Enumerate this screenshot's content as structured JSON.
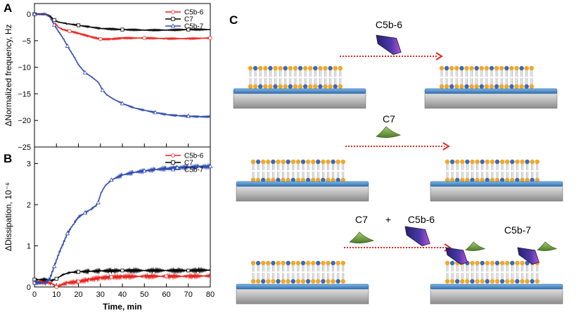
{
  "panels": {
    "a": "A",
    "b": "B",
    "c": "C"
  },
  "colors": {
    "C5b-6": "#e8241e",
    "C7": "#000000",
    "C5b-7": "#2e4bb0",
    "headgroup_orange": "#f2a628",
    "headgroup_blue": "#3a6ab4",
    "arrow": "#e8241e",
    "support_blue": "#3f86c9"
  },
  "chart_data": [
    {
      "type": "line",
      "panel": "A",
      "ylabel": "ΔNormalized frequency, Hz",
      "xlabel": "",
      "xlim": [
        0,
        80
      ],
      "ylim": [
        -25,
        2
      ],
      "yticks": [
        0,
        -5,
        -10,
        -15,
        -20,
        -25
      ],
      "xticks": [
        0,
        10,
        20,
        30,
        40,
        50,
        60,
        70,
        80
      ],
      "legend": "top-right",
      "series": [
        {
          "name": "C5b-6",
          "marker": "circle",
          "x": [
            0,
            5,
            7,
            9,
            11,
            13,
            16,
            20,
            25,
            30,
            35,
            40,
            50,
            60,
            70,
            80
          ],
          "y": [
            0,
            0,
            -0.3,
            -1.5,
            -2.5,
            -2.9,
            -3.2,
            -3.6,
            -4.2,
            -4.7,
            -4.7,
            -4.5,
            -4.5,
            -4.6,
            -4.6,
            -4.5
          ]
        },
        {
          "name": "C7",
          "marker": "square",
          "x": [
            0,
            5,
            7,
            9,
            11,
            15,
            20,
            25,
            30,
            40,
            50,
            60,
            70,
            80
          ],
          "y": [
            0,
            0,
            -0.3,
            -1.1,
            -1.5,
            -1.8,
            -2.1,
            -2.4,
            -2.7,
            -2.9,
            -3.0,
            -3.0,
            -2.9,
            -2.9
          ]
        },
        {
          "name": "C5b-7",
          "marker": "triangle",
          "x": [
            0,
            5,
            7,
            9,
            11,
            13,
            15,
            18,
            20,
            23,
            26,
            29,
            31,
            33,
            36,
            40,
            45,
            50,
            55,
            60,
            65,
            70,
            75,
            80
          ],
          "y": [
            0,
            0,
            -0.5,
            -2.0,
            -3.3,
            -4.5,
            -6.0,
            -8.0,
            -9.5,
            -11.0,
            -11.8,
            -12.8,
            -14.3,
            -15.2,
            -16.0,
            -16.8,
            -17.6,
            -18.1,
            -18.5,
            -18.9,
            -19.1,
            -19.2,
            -19.3,
            -19.3
          ]
        }
      ]
    },
    {
      "type": "line",
      "panel": "B",
      "ylabel": "ΔDissipation, 10⁻⁶",
      "xlabel": "Time, min",
      "xlim": [
        0,
        80
      ],
      "ylim": [
        0,
        3.4
      ],
      "yticks": [
        0,
        1,
        2,
        3
      ],
      "xticks": [
        0,
        10,
        20,
        30,
        40,
        50,
        60,
        70,
        80
      ],
      "legend": "top-right",
      "series": [
        {
          "name": "C5b-6",
          "marker": "circle",
          "x": [
            0,
            5,
            8,
            10,
            12,
            15,
            20,
            25,
            30,
            35,
            40,
            50,
            60,
            70,
            80
          ],
          "y": [
            0.12,
            0.12,
            0.08,
            0.0,
            0.05,
            0.1,
            0.13,
            0.18,
            0.22,
            0.24,
            0.25,
            0.26,
            0.26,
            0.26,
            0.27
          ]
        },
        {
          "name": "C7",
          "marker": "square",
          "x": [
            0,
            5,
            8,
            10,
            13,
            16,
            20,
            25,
            30,
            40,
            50,
            60,
            70,
            80
          ],
          "y": [
            0.18,
            0.18,
            0.16,
            0.2,
            0.3,
            0.35,
            0.37,
            0.38,
            0.39,
            0.4,
            0.4,
            0.4,
            0.4,
            0.41
          ]
        },
        {
          "name": "C5b-7",
          "marker": "triangle",
          "x": [
            0,
            5,
            7,
            9,
            11,
            13,
            15,
            18,
            20,
            23,
            26,
            28,
            29,
            30,
            32,
            35,
            40,
            45,
            50,
            55,
            60,
            65,
            70,
            75,
            80
          ],
          "y": [
            0.1,
            0.1,
            0.2,
            0.5,
            0.8,
            1.05,
            1.3,
            1.55,
            1.7,
            1.8,
            1.9,
            1.98,
            2.05,
            2.25,
            2.45,
            2.6,
            2.72,
            2.78,
            2.82,
            2.85,
            2.88,
            2.9,
            2.91,
            2.92,
            2.93
          ]
        }
      ]
    }
  ],
  "diagram": {
    "rows": [
      {
        "labels": [
          "C5b-6"
        ],
        "result_label": ""
      },
      {
        "labels": [
          "C7"
        ],
        "result_label": ""
      },
      {
        "labels": [
          "C7",
          "+",
          "C5b-6"
        ],
        "result_label": "C5b-7"
      }
    ]
  }
}
